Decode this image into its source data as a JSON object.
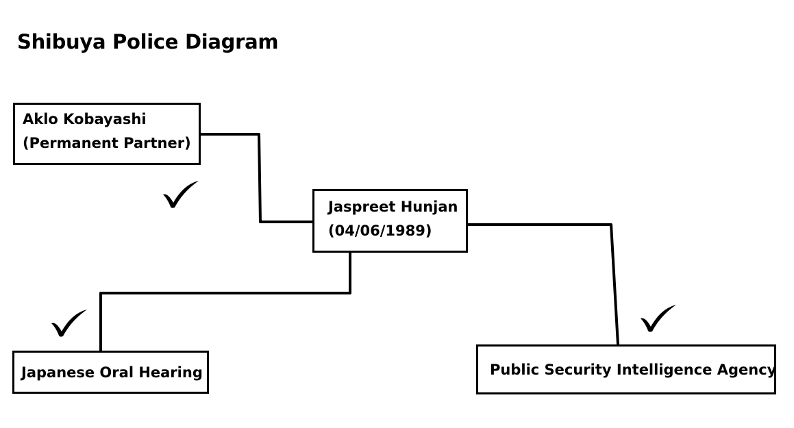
{
  "title": "Shibuya Police Diagram",
  "nodes": {
    "partner": {
      "line1": "Aklo Kobayashi",
      "line2": "(Permanent Partner)"
    },
    "subject": {
      "line1": "Jaspreet Hunjan",
      "line2": "(04/06/1989)"
    },
    "oral_hearing": {
      "label": "Japanese Oral Hearing"
    },
    "agency": {
      "label": "Public Security Intelligence Agency"
    }
  },
  "icons": {
    "check_partner": "checkmark-icon",
    "check_oral_hearing": "checkmark-icon",
    "check_agency": "checkmark-icon"
  },
  "colors": {
    "line": "#000000",
    "background": "#ffffff"
  }
}
